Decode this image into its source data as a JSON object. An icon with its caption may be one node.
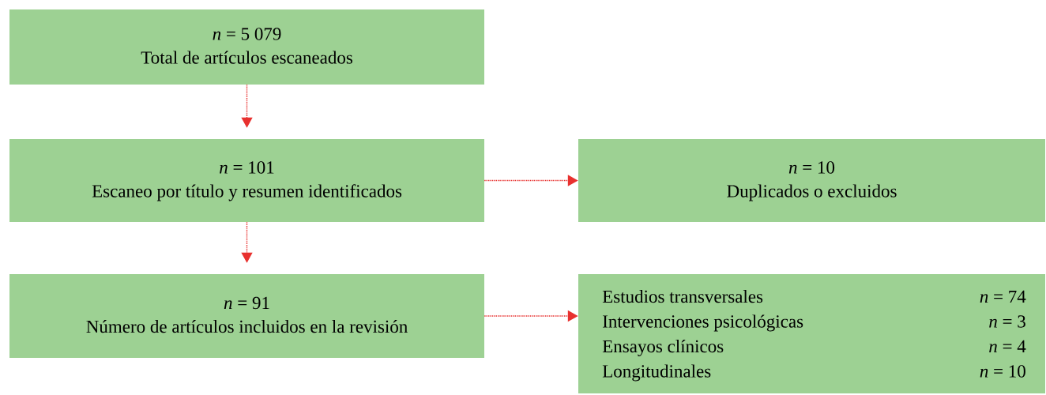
{
  "diagram": {
    "nodes": [
      {
        "text": [
          "*n* = 5 079",
          "Total de artículos escaneados"
        ]
      },
      {
        "text": [
          "*n* = 101",
          "Escaneo por título y resumen identificados"
        ]
      },
      {
        "text": [
          "*n* = 10",
          "Duplicados o excluidos"
        ]
      },
      {
        "text": [
          "*n* = 91",
          "Número de artículos incluidos en la revisión"
        ]
      },
      {
        "text": [
          "Estudios transversales",
          "*n* = 74",
          "Intervenciones psicológicas",
          "*n* = 3",
          "Ensayos clínicos",
          "*n* = 4",
          "Longitudinales",
          "*n* = 10"
        ]
      }
    ],
    "edges": [
      {
        "from": 0,
        "to": 1,
        "arrow": "to"
      },
      {
        "from": 1,
        "to": 2,
        "arrow": "to"
      },
      {
        "from": 1,
        "to": 3,
        "arrow": "to"
      },
      {
        "from": 3,
        "to": 4,
        "arrow": "to"
      }
    ]
  }
}
